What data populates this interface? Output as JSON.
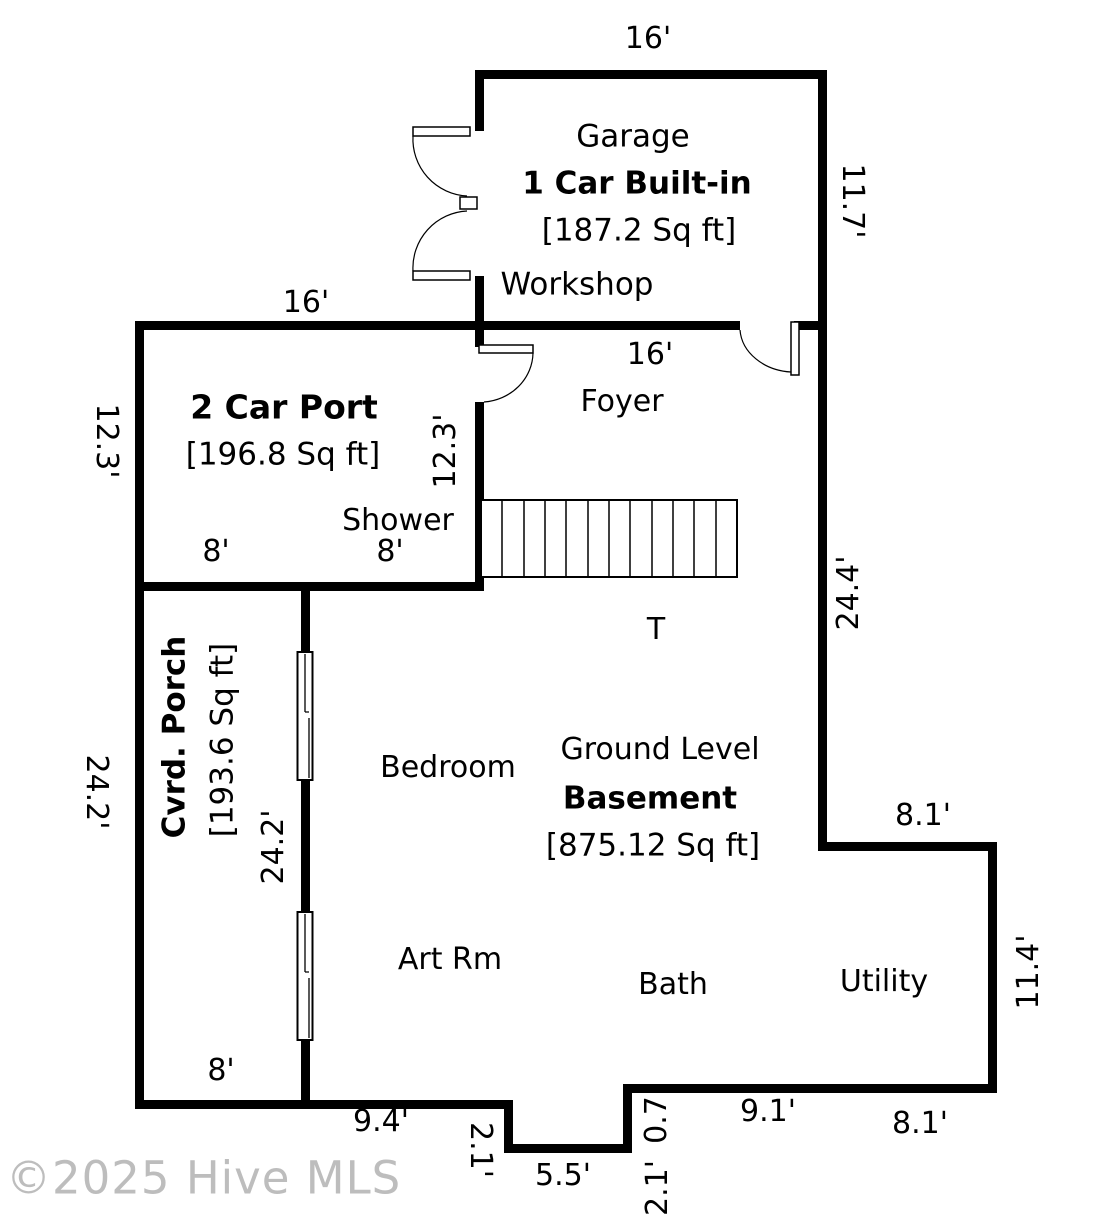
{
  "rooms": {
    "garage": {
      "name": "Garage",
      "type": "1 Car Built-in",
      "area": "[187.2 Sq ft]",
      "note": "Workshop"
    },
    "carport": {
      "name": "2 Car Port",
      "area": "[196.8 Sq ft]",
      "note": "Shower"
    },
    "foyer": {
      "name": "Foyer"
    },
    "stairs": {
      "marker": "T"
    },
    "porch": {
      "name": "Cvrd. Porch",
      "area": "[193.6 Sq ft]"
    },
    "basement": {
      "level": "Ground Level",
      "name": "Basement",
      "area": "[875.12 Sq ft]"
    },
    "bedroom": {
      "name": "Bedroom"
    },
    "art_room": {
      "name": "Art Rm"
    },
    "bath": {
      "name": "Bath"
    },
    "utility": {
      "name": "Utility"
    }
  },
  "dimensions": {
    "garage_top": "16'",
    "garage_right": "11.7'",
    "carport_top": "16'",
    "foyer_top": "16'",
    "carport_left": "12.3'",
    "carport_inner": "12.3'",
    "carport_bottom_left": "8'",
    "carport_bottom_right": "8'",
    "right_upper": "24.4'",
    "porch_outer": "24.2'",
    "porch_inner": "24.2'",
    "porch_bottom": "8'",
    "step_upper_right": "8.1'",
    "right_lower": "11.4'",
    "bottom_left": "9.4'",
    "notch_left": "2.1'",
    "notch_bottom": "5.5'",
    "notch_right_small": "0.7",
    "notch_right": "2.1'",
    "bottom_mid": "9.1'",
    "bottom_right": "8.1'"
  },
  "watermark": "©2025 Hive MLS",
  "colors": {
    "wall": "#000000",
    "background": "#ffffff",
    "watermark": "#bdbdbd"
  }
}
